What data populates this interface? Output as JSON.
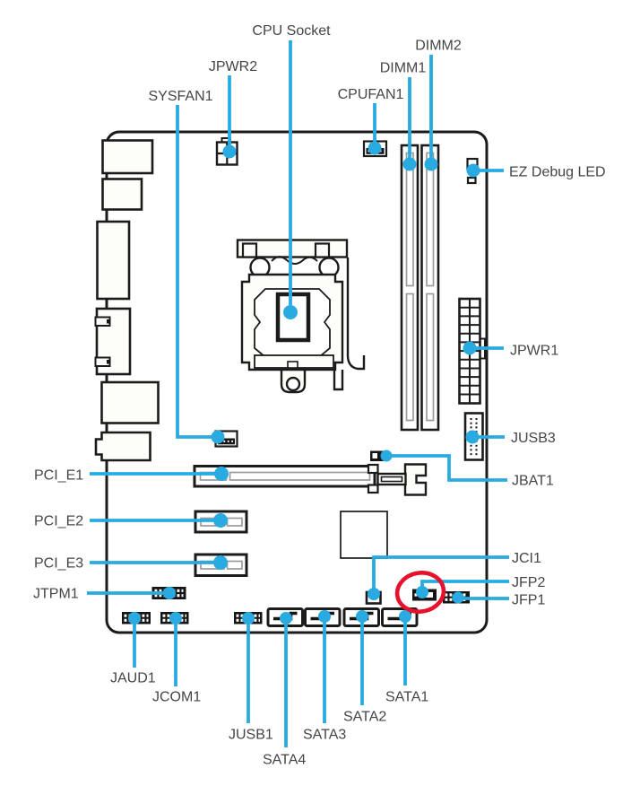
{
  "diagram": {
    "type": "motherboard-layout-overview",
    "colors": {
      "callout_accent": "#29ABE2",
      "highlight_circle": "#E8112D",
      "component_outline": "#1b1b1b",
      "label_text": "#454545"
    },
    "highlight": {
      "shape": "red-ellipse",
      "target": "JFP2"
    },
    "labels": {
      "cpu_socket": "CPU Socket",
      "jpwr2": "JPWR2",
      "sysfan1": "SYSFAN1",
      "cpufan1": "CPUFAN1",
      "dimm1": "DIMM1",
      "dimm2": "DIMM2",
      "ez_debug_led": "EZ Debug LED",
      "jpwr1": "JPWR1",
      "jusb3": "JUSB3",
      "jbat1": "JBAT1",
      "pci_e1": "PCI_E1",
      "pci_e2": "PCI_E2",
      "pci_e3": "PCI_E3",
      "jtpm1": "JTPM1",
      "jci1": "JCI1",
      "jfp2": "JFP2",
      "jfp1": "JFP1",
      "jaud1": "JAUD1",
      "jcom1": "JCOM1",
      "jusb1": "JUSB1",
      "sata1": "SATA1",
      "sata2": "SATA2",
      "sata3": "SATA3",
      "sata4": "SATA4"
    }
  }
}
